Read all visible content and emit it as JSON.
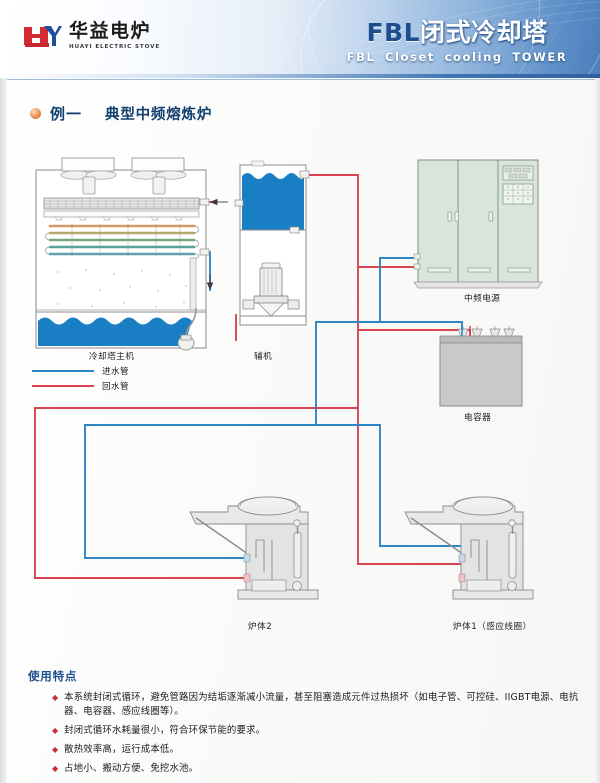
{
  "header": {
    "logo_cn": "华益电炉",
    "logo_en": "HUAYI ELECTRIC STOVE",
    "logo_icon": "hy-monogram-icon",
    "title_latin": "FBL",
    "title_cn": "闭式冷却塔",
    "title_en": "FBL  Closet  cooling  TOWER"
  },
  "section": {
    "dot_icon": "orange-bullet-icon",
    "number": "例一",
    "name": "典型中频熔炼炉"
  },
  "legend": {
    "supply_label": "进水管",
    "supply_color": "#2f86c5",
    "return_label": "回水管",
    "return_color": "#d94452"
  },
  "diagram": {
    "colors": {
      "supply_pipe": "#2f86c5",
      "return_pipe": "#d94452",
      "water_basin": "#1a7ec4",
      "tank_water": "#1a7ec4",
      "cabinet_fill": "#d8e4dc",
      "cabinet_stroke": "#7d8f85",
      "capacitor_fill": "#c9c9c9",
      "furnace_fill": "#e3e3e3",
      "outline": "#8b8b8b"
    },
    "labels": {
      "cooling_tower": "冷却塔主机",
      "auxiliary": "辅机",
      "power_supply": "中频电源",
      "capacitor": "电容器",
      "furnace2": "炉体2",
      "furnace1": "炉体1（感应线圈）"
    },
    "components": {
      "cooling_tower_parts": [
        "fan-unit-left",
        "fan-unit-right",
        "louver-mesh",
        "heat-exchange-coils",
        "spray-zone",
        "water-basin",
        "circulation-pump"
      ],
      "auxiliary_parts": [
        "water-tank",
        "vertical-pump"
      ],
      "power_cabinet_panels": 3,
      "capacitor_terminals": 6,
      "furnace_parts": [
        "tilting-platform",
        "hydraulic-cylinder",
        "coil-inlet",
        "coil-outlet",
        "crucible-body",
        "base-frame"
      ]
    }
  },
  "features": {
    "heading": "使用特点",
    "bullet_icon": "red-diamond-icon",
    "items": [
      "本系统封闭式循环，避免管路因为结垢逐渐减小流量，甚至阻塞造成元件过热损坏（如电子管、可控硅、IIGBT电源、电抗器、电容器、感应线圈等）。",
      "封闭式循环水耗量很小，符合环保节能的要求。",
      "散热效率高，运行成本低。",
      "占地小、搬动方便、免挖水池。"
    ]
  }
}
